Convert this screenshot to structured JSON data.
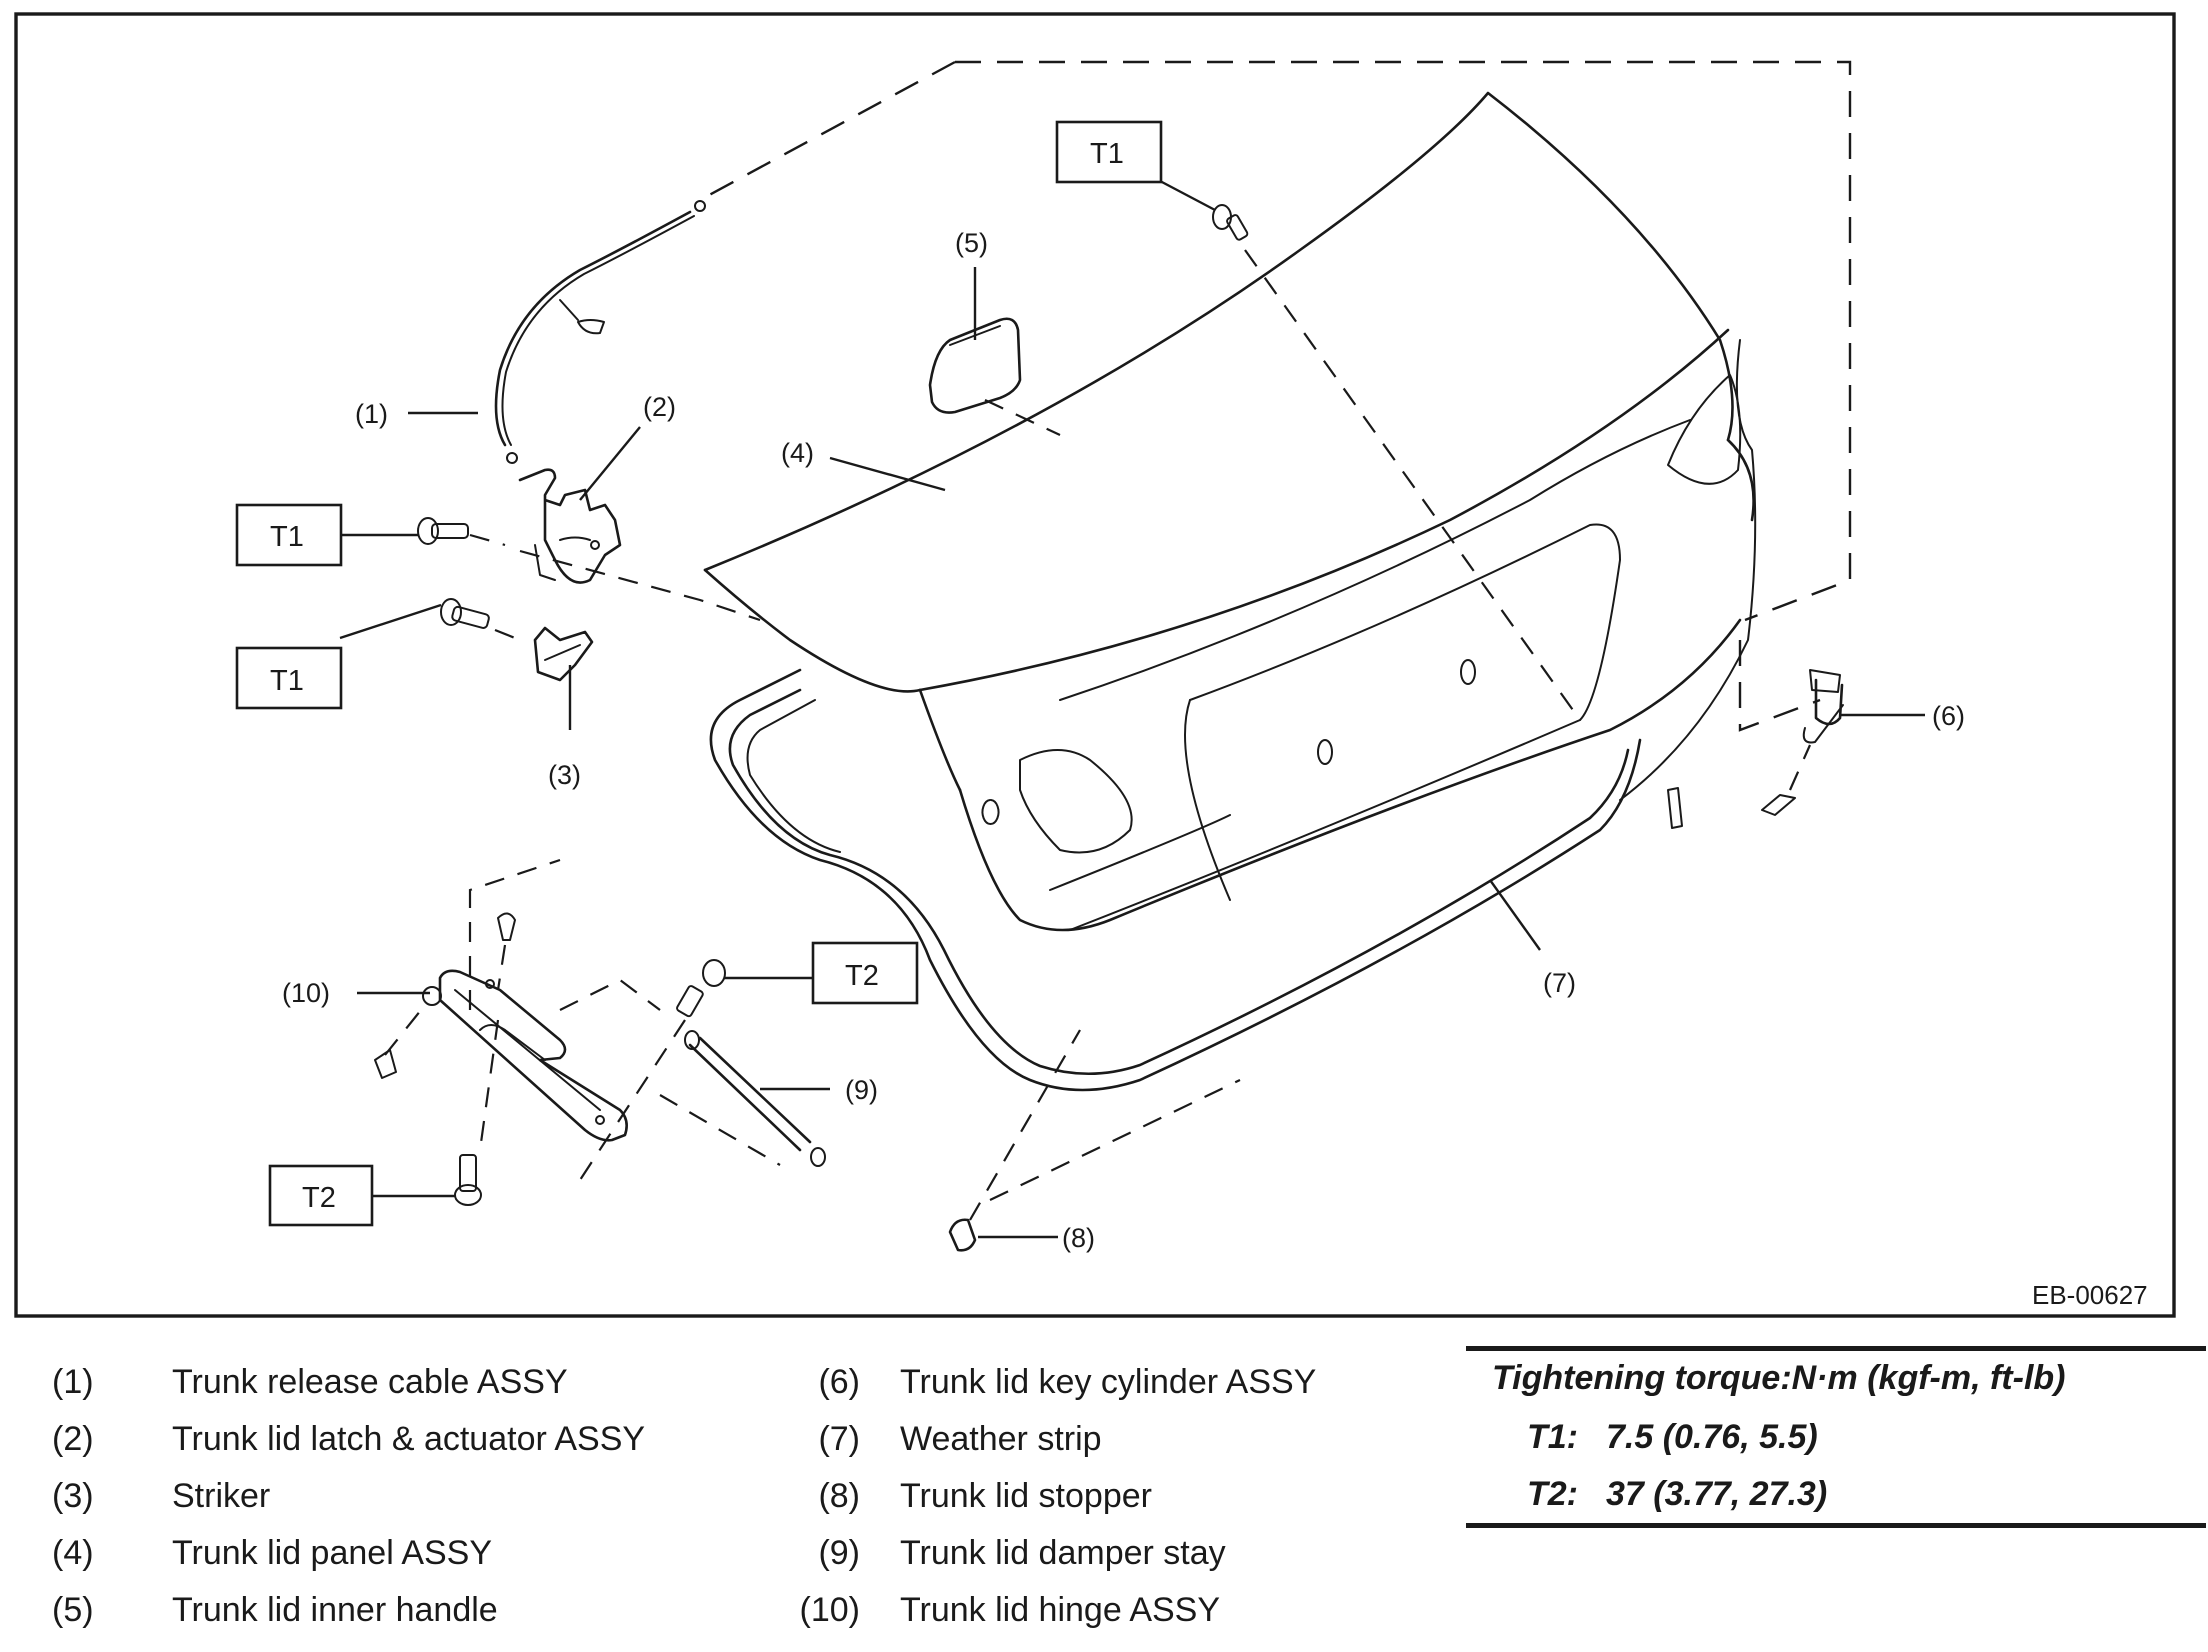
{
  "figure": {
    "id_label": "EB-00627",
    "callouts": {
      "c1": "(1)",
      "c2": "(2)",
      "c3": "(3)",
      "c4": "(4)",
      "c5": "(5)",
      "c6": "(6)",
      "c7": "(7)",
      "c8": "(8)",
      "c9": "(9)",
      "c10": "(10)"
    },
    "torque_tags": {
      "t1_top": "T1",
      "t1_latch": "T1",
      "t1_striker": "T1",
      "t2_hinge_bolt": "T2",
      "t2_lower": "T2"
    }
  },
  "legend": {
    "left": [
      {
        "num": "(1)",
        "label": "Trunk release cable ASSY"
      },
      {
        "num": "(2)",
        "label": "Trunk lid latch & actuator ASSY"
      },
      {
        "num": "(3)",
        "label": "Striker"
      },
      {
        "num": "(4)",
        "label": "Trunk lid panel ASSY"
      },
      {
        "num": "(5)",
        "label": "Trunk lid inner handle"
      }
    ],
    "right": [
      {
        "num": "(6)",
        "label": "Trunk lid key cylinder ASSY"
      },
      {
        "num": "(7)",
        "label": "Weather strip"
      },
      {
        "num": "(8)",
        "label": "Trunk lid stopper"
      },
      {
        "num": "(9)",
        "label": "Trunk lid damper stay"
      },
      {
        "num": "(10)",
        "label": "Trunk lid hinge ASSY"
      }
    ]
  },
  "torque": {
    "title": "Tightening torque:N·m (kgf-m, ft-lb)",
    "rows": [
      {
        "key": "T1:",
        "value": "7.5 (0.76, 5.5)"
      },
      {
        "key": "T2:",
        "value": "37 (3.77, 27.3)"
      }
    ]
  }
}
